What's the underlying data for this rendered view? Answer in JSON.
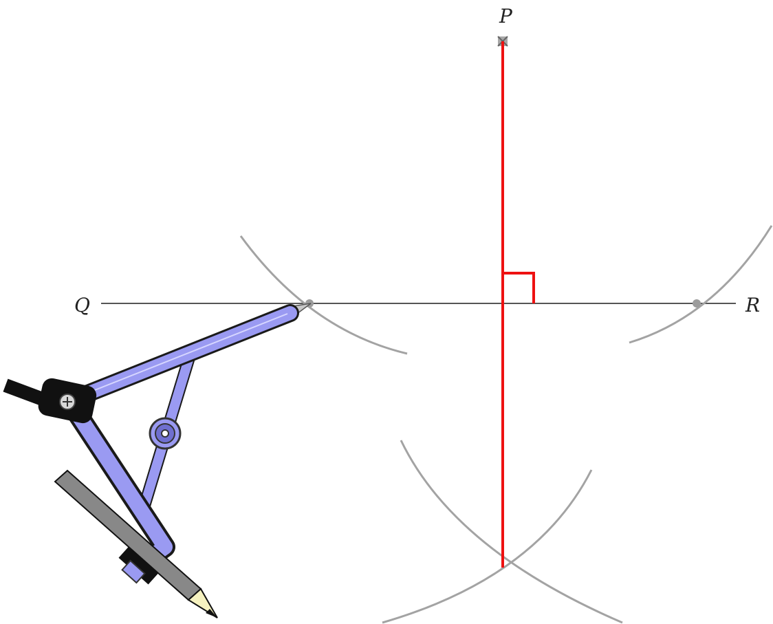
{
  "diagram": {
    "labels": {
      "p": "P",
      "q": "Q",
      "r": "R"
    },
    "colors": {
      "construction_line": "#555555",
      "arc": "#a3a3a3",
      "perpendicular": "#ee1111",
      "compass_body": "#9a9af2",
      "compass_outline": "#1a1a1a",
      "pencil_body": "#888888",
      "pencil_tip": "#f6f2c0"
    },
    "icons": [
      "compass-icon",
      "pencil-icon"
    ]
  }
}
